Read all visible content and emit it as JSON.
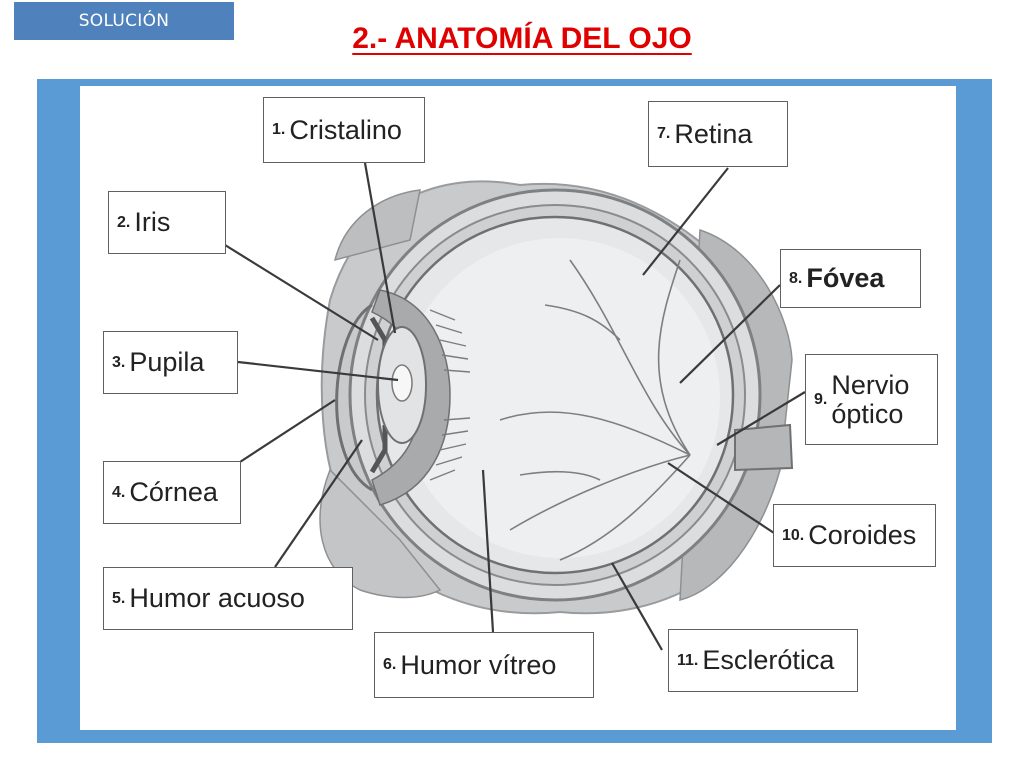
{
  "badge": "SOLUCIÓN",
  "title": "2.- ANATOMÍA DEL OJO",
  "labels": {
    "cristalino": {
      "num": "1.",
      "text": "Cristalino"
    },
    "iris": {
      "num": "2.",
      "text": "Iris"
    },
    "pupila": {
      "num": "3.",
      "text": "Pupila"
    },
    "cornea": {
      "num": "4.",
      "text": "Córnea"
    },
    "humor_acuoso": {
      "num": "5.",
      "text": "Humor acuoso"
    },
    "humor_vitreo": {
      "num": "6.",
      "text": "Humor vítreo"
    },
    "retina": {
      "num": "7.",
      "text": "Retina"
    },
    "fovea": {
      "num": "8.",
      "text": "Fóvea"
    },
    "nervio_optico": {
      "num": "9.",
      "text_line1": "Nervio",
      "text_line2": "óptico"
    },
    "coroides": {
      "num": "10.",
      "text": "Coroides"
    },
    "esclerotica": {
      "num": "11.",
      "text": "Esclerótica"
    }
  },
  "colors": {
    "frame": "#5b9bd5",
    "badge": "#4f81bd",
    "title": "#e00000"
  }
}
